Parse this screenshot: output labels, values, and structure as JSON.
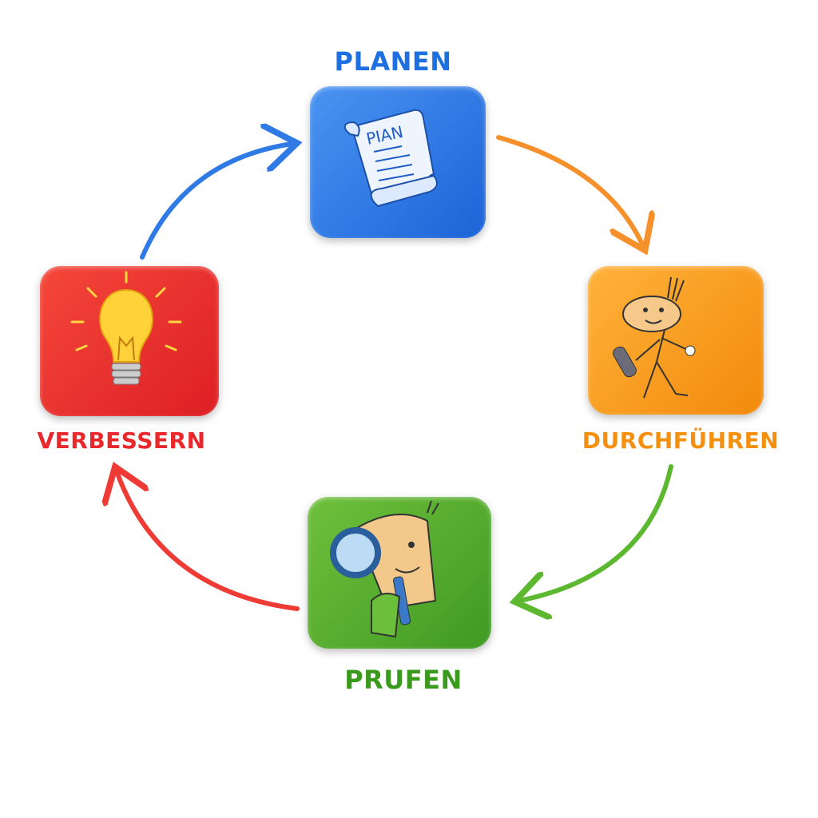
{
  "steps": {
    "plan": {
      "label": "PLANEN",
      "icon_text": "PIAN",
      "color": "#1e6fe0"
    },
    "do": {
      "label": "DURCHFÜHREN",
      "color": "#f5900f"
    },
    "check": {
      "label": "PRUFEN",
      "color": "#3a9a1e"
    },
    "act": {
      "label": "VERBESSERN",
      "color": "#e8282a"
    }
  }
}
